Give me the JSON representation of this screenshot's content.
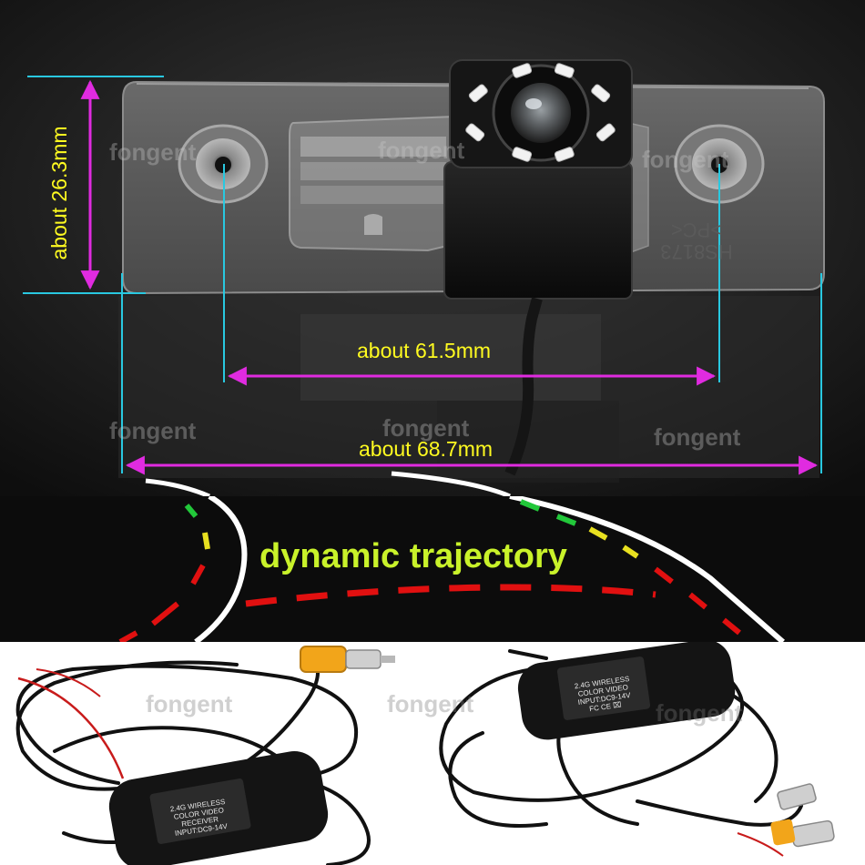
{
  "labels": {
    "height": "about 26.3mm",
    "hole_spacing": "about 61.5mm",
    "width": "about 68.7mm",
    "banner": "dynamic trajectory"
  },
  "watermark": "fongent",
  "part_marking": {
    "line1": "HS8173",
    "line2": ">PC<"
  },
  "receiver_label": {
    "line1": "2.4G WIRELESS",
    "line2": "COLOR    VIDEO",
    "line3": "RECEIVER",
    "line4": "INPUT:DC9-14V"
  },
  "transmitter_label": {
    "line1": "2.4G WIRELESS",
    "line2": "COLOR    VIDEO",
    "line3": "INPUT:DC9-14V",
    "line4": "FC  CE  ⌧"
  },
  "colors": {
    "dimension_lines": "#e02be0",
    "extension_lines": "#29c8e0",
    "label_yellow": "#fffb20",
    "banner_text": "#c9f22a",
    "banner_bg": "#0c0c0c",
    "guide_red": "#e11010",
    "guide_yellow": "#e8e020",
    "guide_green": "#22c83a"
  }
}
